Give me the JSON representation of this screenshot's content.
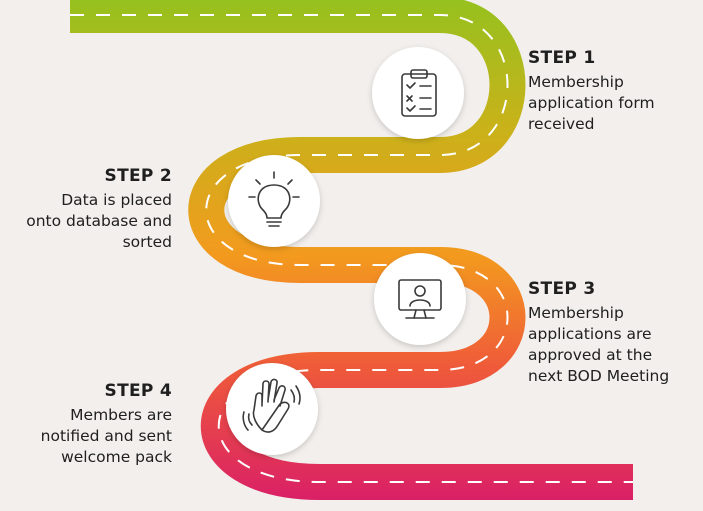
{
  "colors": {
    "background": "#f2efec",
    "road_top": "#96c11f",
    "road_mid_1": "#c9b21a",
    "road_mid_2": "#f39a1e",
    "road_mid_3": "#ef5a3a",
    "road_bottom": "#d81b6a",
    "dash": "#ffffff",
    "icon_circle": "#ffffff",
    "icon_stroke": "#3a3a3a"
  },
  "steps": [
    {
      "title": "STEP 1",
      "lines": [
        "Membership",
        "application form",
        "received"
      ],
      "icon": "clipboard-checklist-icon"
    },
    {
      "title": "STEP 2",
      "lines": [
        "Data is placed",
        "onto database and",
        "sorted"
      ],
      "icon": "lightbulb-icon"
    },
    {
      "title": "STEP 3",
      "lines": [
        "Membership",
        "applications are",
        "approved at the",
        "next BOD Meeting"
      ],
      "icon": "video-call-monitor-icon"
    },
    {
      "title": "STEP 4",
      "lines": [
        "Members are",
        "notified and sent",
        "welcome pack"
      ],
      "icon": "waving-hand-icon"
    }
  ]
}
